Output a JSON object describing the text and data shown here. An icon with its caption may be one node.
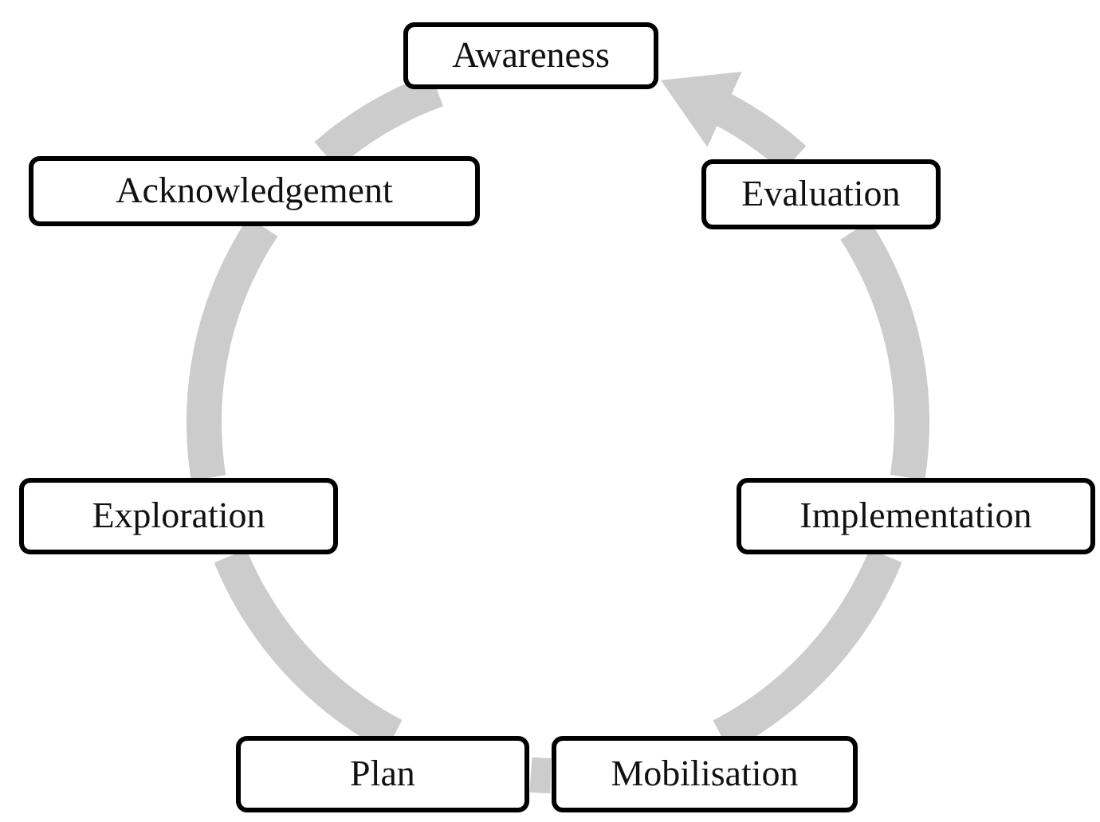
{
  "diagram": {
    "nodes": [
      {
        "text": [
          "Awareness"
        ]
      },
      {
        "text": [
          "Acknowledgement"
        ]
      },
      {
        "text": [
          "Exploration"
        ]
      },
      {
        "text": [
          "Plan"
        ]
      },
      {
        "text": [
          "Mobilisation"
        ]
      },
      {
        "text": [
          "Implementation"
        ]
      },
      {
        "text": [
          "Evaluation"
        ]
      }
    ],
    "edges": [
      {
        "from": 0,
        "to": 1,
        "arrow": "none"
      },
      {
        "from": 1,
        "to": 2,
        "arrow": "none"
      },
      {
        "from": 2,
        "to": 3,
        "arrow": "none"
      },
      {
        "from": 3,
        "to": 4,
        "arrow": "none"
      },
      {
        "from": 4,
        "to": 5,
        "arrow": "none"
      },
      {
        "from": 5,
        "to": 6,
        "arrow": "none"
      },
      {
        "from": 6,
        "to": 0,
        "arrow": "to"
      }
    ]
  }
}
